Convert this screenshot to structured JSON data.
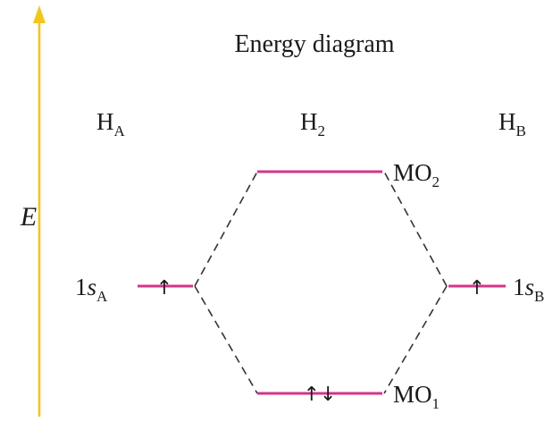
{
  "title": "Energy diagram",
  "axis": {
    "label": "E",
    "color": "#f5c518"
  },
  "atoms": {
    "left": {
      "main": "H",
      "sub": "A"
    },
    "center": {
      "main": "H",
      "sub": "2"
    },
    "right": {
      "main": "H",
      "sub": "B"
    }
  },
  "levels": {
    "mo2": {
      "main": "MO",
      "sub": "2",
      "electrons": ""
    },
    "mo1": {
      "main": "MO",
      "sub": "1",
      "electrons": "↑↓"
    },
    "s_left": {
      "main": "1",
      "ital": "s",
      "sub": "A",
      "electrons": "↑"
    },
    "s_right": {
      "main": "1",
      "ital": "s",
      "sub": "B",
      "electrons": "↑"
    }
  },
  "colors": {
    "level": "#d6338a",
    "connector": "#333333"
  }
}
